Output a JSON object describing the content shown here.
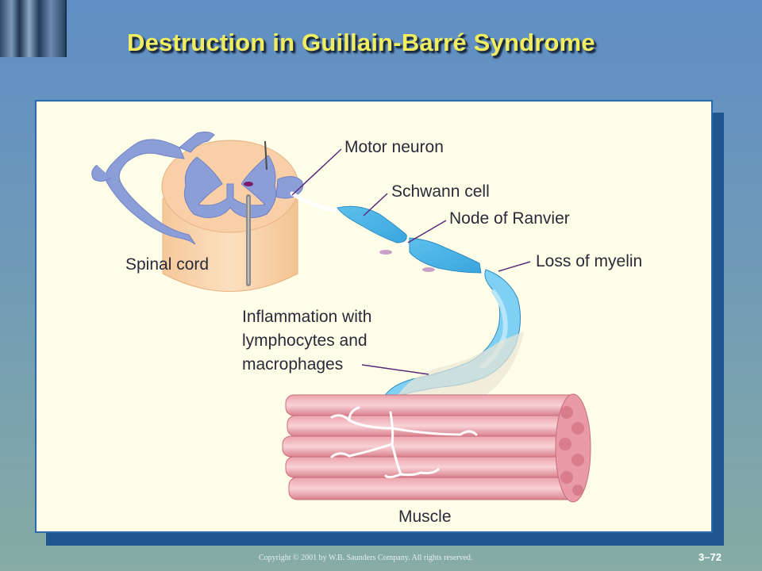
{
  "slide": {
    "title": "Destruction in Guillain-Barré Syndrome",
    "copyright": "Copyright © 2001 by W.B. Saunders Company. All rights reserved.",
    "number": "3–72"
  },
  "labels": {
    "motor_neuron": "Motor neuron",
    "schwann_cell": "Schwann cell",
    "node_of_ranvier": "Node of Ranvier",
    "loss_of_myelin": "Loss of myelin",
    "spinal_cord": "Spinal cord",
    "inflammation_line1": "Inflammation with",
    "inflammation_line2": "lymphocytes and",
    "inflammation_line3": "macrophages",
    "muscle": "Muscle"
  }
}
